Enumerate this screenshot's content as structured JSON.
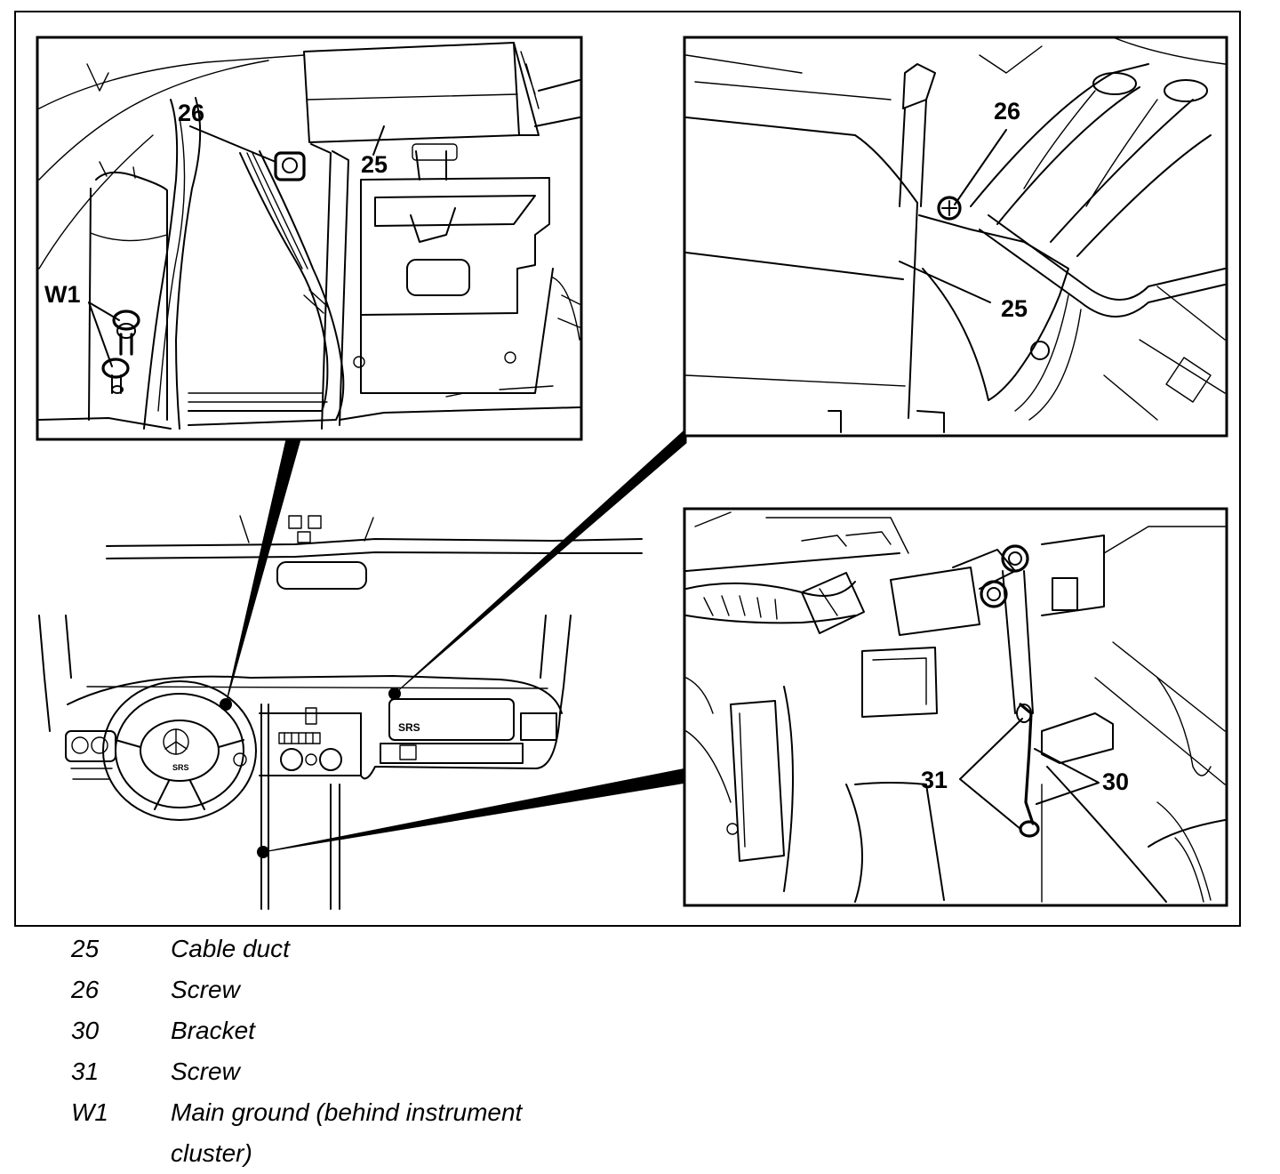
{
  "callouts": {
    "panel_a": {
      "c26": "26",
      "c25": "25",
      "cW1": "W1"
    },
    "panel_b": {
      "c26": "26",
      "c25": "25"
    },
    "panel_c": {
      "c31": "31",
      "c30": "30"
    },
    "overview": {
      "srs_badge": "SRS",
      "airbag_badge": "SRS"
    }
  },
  "legend": [
    {
      "key": "25",
      "desc": "Cable duct"
    },
    {
      "key": "26",
      "desc": "Screw"
    },
    {
      "key": "30",
      "desc": "Bracket"
    },
    {
      "key": "31",
      "desc": "Screw"
    },
    {
      "key": "W1",
      "desc": "Main ground (behind instrument",
      "cont": "cluster)"
    }
  ]
}
